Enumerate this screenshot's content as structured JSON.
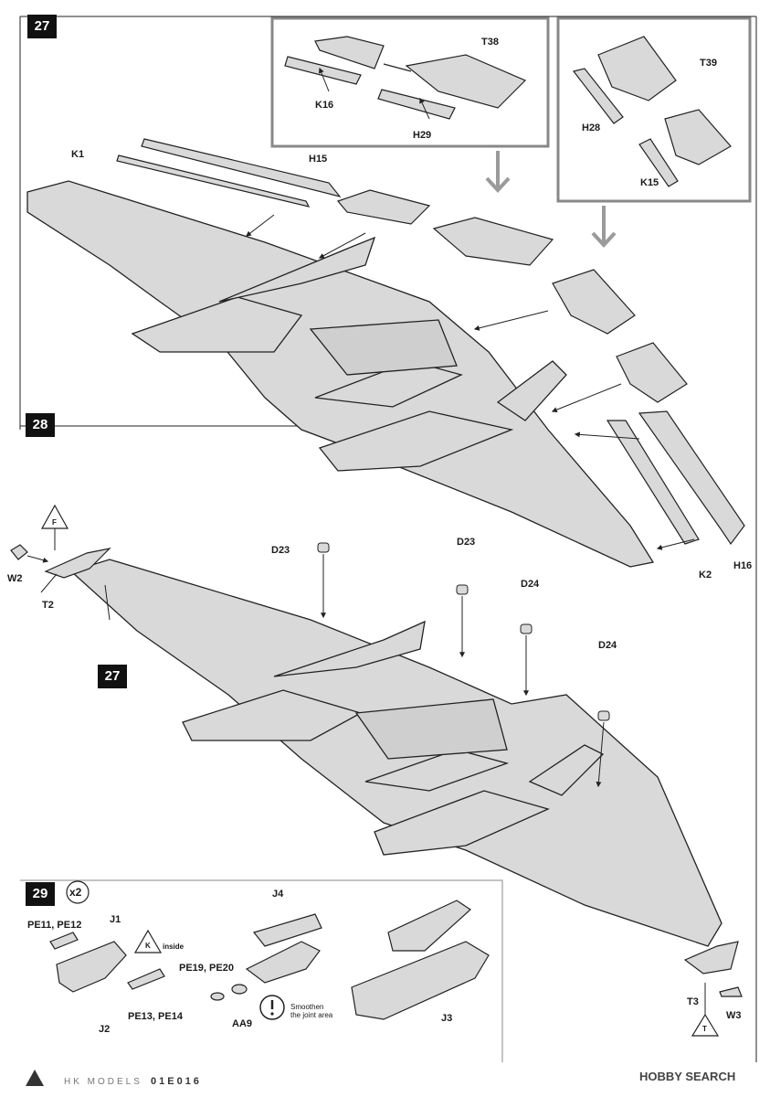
{
  "steps": {
    "s27": "27",
    "s28": "28",
    "s29": "29",
    "ref27": "27",
    "x2": "x2"
  },
  "inset_left": {
    "t38": "T38",
    "k16": "K16",
    "h29": "H29"
  },
  "inset_right": {
    "t39": "T39",
    "h28": "H28",
    "k15": "K15"
  },
  "step27_parts": {
    "k1": "K1",
    "h15": "H15",
    "k2": "K2",
    "h16": "H16"
  },
  "step28_parts": {
    "f": "F",
    "w2": "W2",
    "t2": "T2",
    "d23a": "D23",
    "d23b": "D23",
    "d24a": "D24",
    "d24b": "D24",
    "t3": "T3",
    "t": "T",
    "w3": "W3"
  },
  "step29_parts": {
    "pe11": "PE11, PE12",
    "j1": "J1",
    "k": "K",
    "inside": "inside",
    "j2": "J2",
    "pe13": "PE13, PE14",
    "pe19": "PE19, PE20",
    "aa9": "AA9",
    "j4": "J4",
    "smoothen1": "Smoothen",
    "smoothen2": "the joint area",
    "j3": "J3"
  },
  "footer": {
    "brand": "HK MODELS",
    "code": "01E016",
    "watermark": "HOBBY SEARCH"
  },
  "colors": {
    "part_fill": "#d9d9d9",
    "outline": "#222222",
    "arrow": "#9a9a9a"
  }
}
